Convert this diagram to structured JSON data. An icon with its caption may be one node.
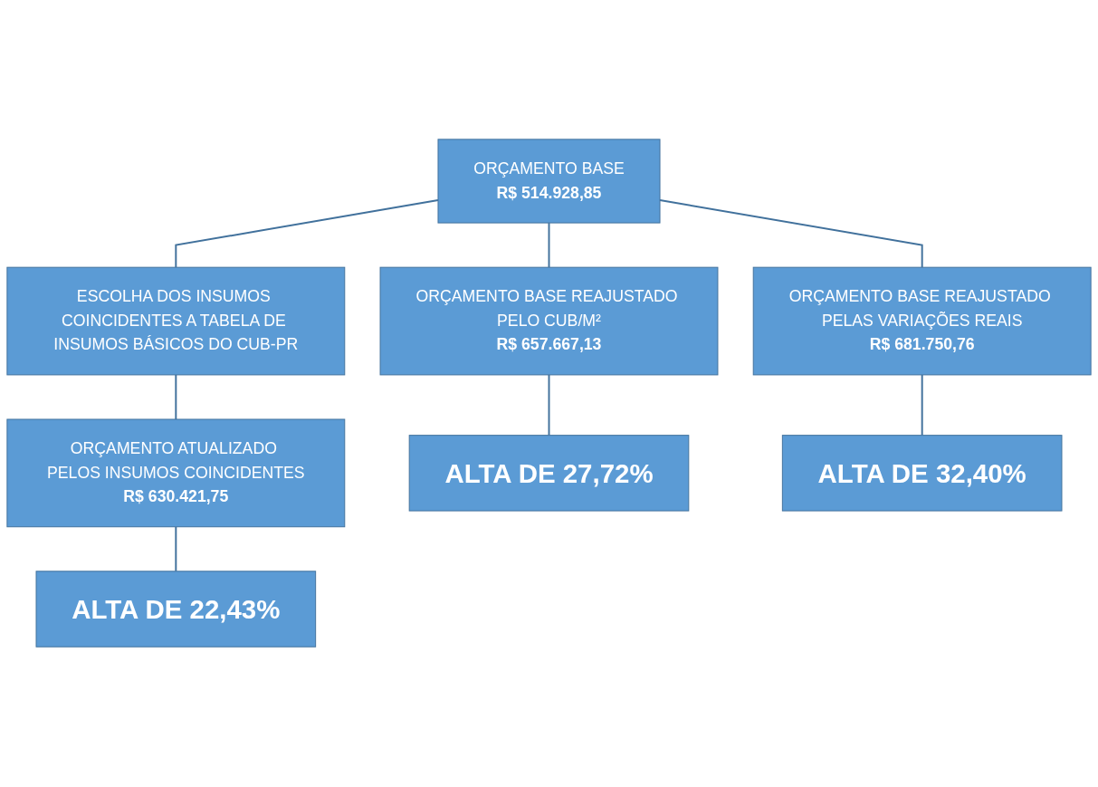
{
  "diagram": {
    "nodes": [
      {
        "text": [
          "ORÇAMENTO BASE",
          "R$ 514.928,85"
        ]
      },
      {
        "text": [
          "ESCOLHA DOS INSUMOS COINCIDENTES A TABELA DE INSUMOS BÁSICOS DO CUB-PR"
        ]
      },
      {
        "text": [
          "ORÇAMENTO BASE REAJUSTADO PELO CUB/M²",
          "R$ 657.667,13"
        ]
      },
      {
        "text": [
          "ORÇAMENTO BASE REAJUSTADO PELAS VARIAÇÕES REAIS",
          "R$ 681.750,76"
        ]
      },
      {
        "text": [
          "ORÇAMENTO ATUALIZADO PELOS INSUMOS COINCIDENTES",
          "R$ 630.421,75"
        ]
      },
      {
        "text": [
          "ALTA DE 27,72%"
        ]
      },
      {
        "text": [
          "ALTA DE 32,40%"
        ]
      },
      {
        "text": [
          "ALTA DE 22,43%"
        ]
      }
    ],
    "edges": [
      {
        "from": 0,
        "to": 1,
        "arrow": "none"
      },
      {
        "from": 0,
        "to": 2,
        "arrow": "none"
      },
      {
        "from": 0,
        "to": 3,
        "arrow": "none"
      },
      {
        "from": 1,
        "to": 4,
        "arrow": "none"
      },
      {
        "from": 2,
        "to": 5,
        "arrow": "none"
      },
      {
        "from": 3,
        "to": 6,
        "arrow": "none"
      },
      {
        "from": 4,
        "to": 7,
        "arrow": "none"
      }
    ]
  }
}
